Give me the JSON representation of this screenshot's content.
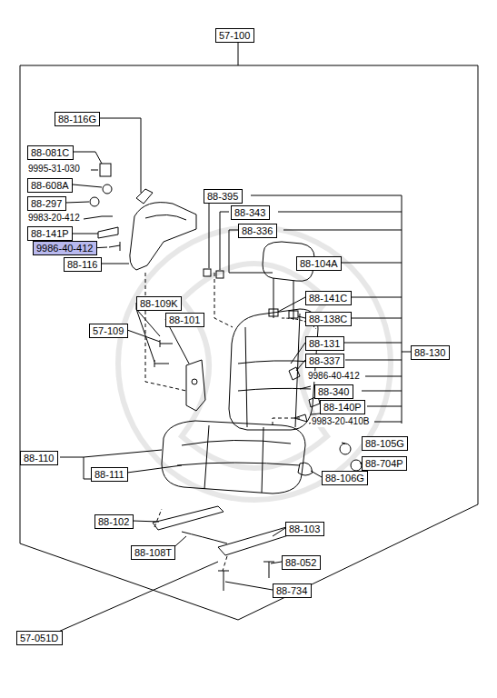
{
  "diagram": {
    "nodes": [
      {
        "text": [
          "57-100"
        ]
      },
      {
        "text": [
          "88-116G"
        ]
      },
      {
        "text": [
          "88-081C"
        ]
      },
      {
        "text": [
          "88-608A"
        ]
      },
      {
        "text": [
          "88-297"
        ]
      },
      {
        "text": [
          "88-141P"
        ]
      },
      {
        "text": [
          "9986-40-412"
        ]
      },
      {
        "text": [
          "88-116"
        ]
      },
      {
        "text": [
          "88-395"
        ]
      },
      {
        "text": [
          "88-343"
        ]
      },
      {
        "text": [
          "88-336"
        ]
      },
      {
        "text": [
          "88-104A"
        ]
      },
      {
        "text": [
          "88-109K"
        ]
      },
      {
        "text": [
          "88-101"
        ]
      },
      {
        "text": [
          "88-141C"
        ]
      },
      {
        "text": [
          "88-138C"
        ]
      },
      {
        "text": [
          "57-109"
        ]
      },
      {
        "text": [
          "88-131"
        ]
      },
      {
        "text": [
          "88-337"
        ]
      },
      {
        "text": [
          "88-130"
        ]
      },
      {
        "text": [
          "88-340"
        ]
      },
      {
        "text": [
          "88-140P"
        ]
      },
      {
        "text": [
          "88-105G"
        ]
      },
      {
        "text": [
          "88-704P"
        ]
      },
      {
        "text": [
          "88-110"
        ]
      },
      {
        "text": [
          "88-111"
        ]
      },
      {
        "text": [
          "88-106G"
        ]
      },
      {
        "text": [
          "88-102"
        ]
      },
      {
        "text": [
          "88-103"
        ]
      },
      {
        "text": [
          "88-108T"
        ]
      },
      {
        "text": [
          "88-052"
        ]
      },
      {
        "text": [
          "88-734"
        ]
      },
      {
        "text": [
          "57-051D"
        ]
      }
    ],
    "labels": [
      "9995-31-030",
      "9983-20-412",
      "9986-40-412",
      "9983-20-410B"
    ]
  }
}
